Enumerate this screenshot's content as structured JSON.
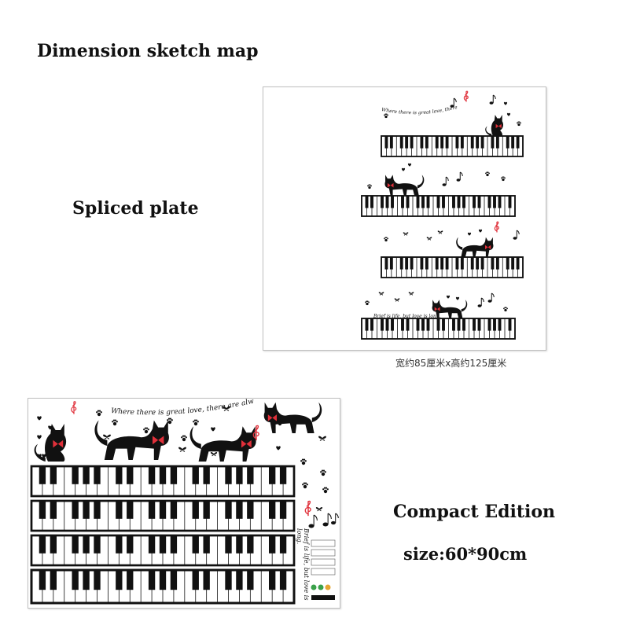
{
  "title": "Dimension sketch map",
  "labels": {
    "spliced_plate": "Spliced plate",
    "compact_edition": "Compact Edition",
    "size": "size:60*90cm",
    "dimension_caption": "宽约85厘米x高约125厘米"
  },
  "decal_text": {
    "love_quote": "Where there is great love, there are always, miracles.",
    "brief_quote": "Brief is life, but love is long."
  },
  "colors": {
    "ink": "#111111",
    "accent_red": "#e0303a",
    "border": "#bfbfbf",
    "white_key": "#ffffff"
  }
}
